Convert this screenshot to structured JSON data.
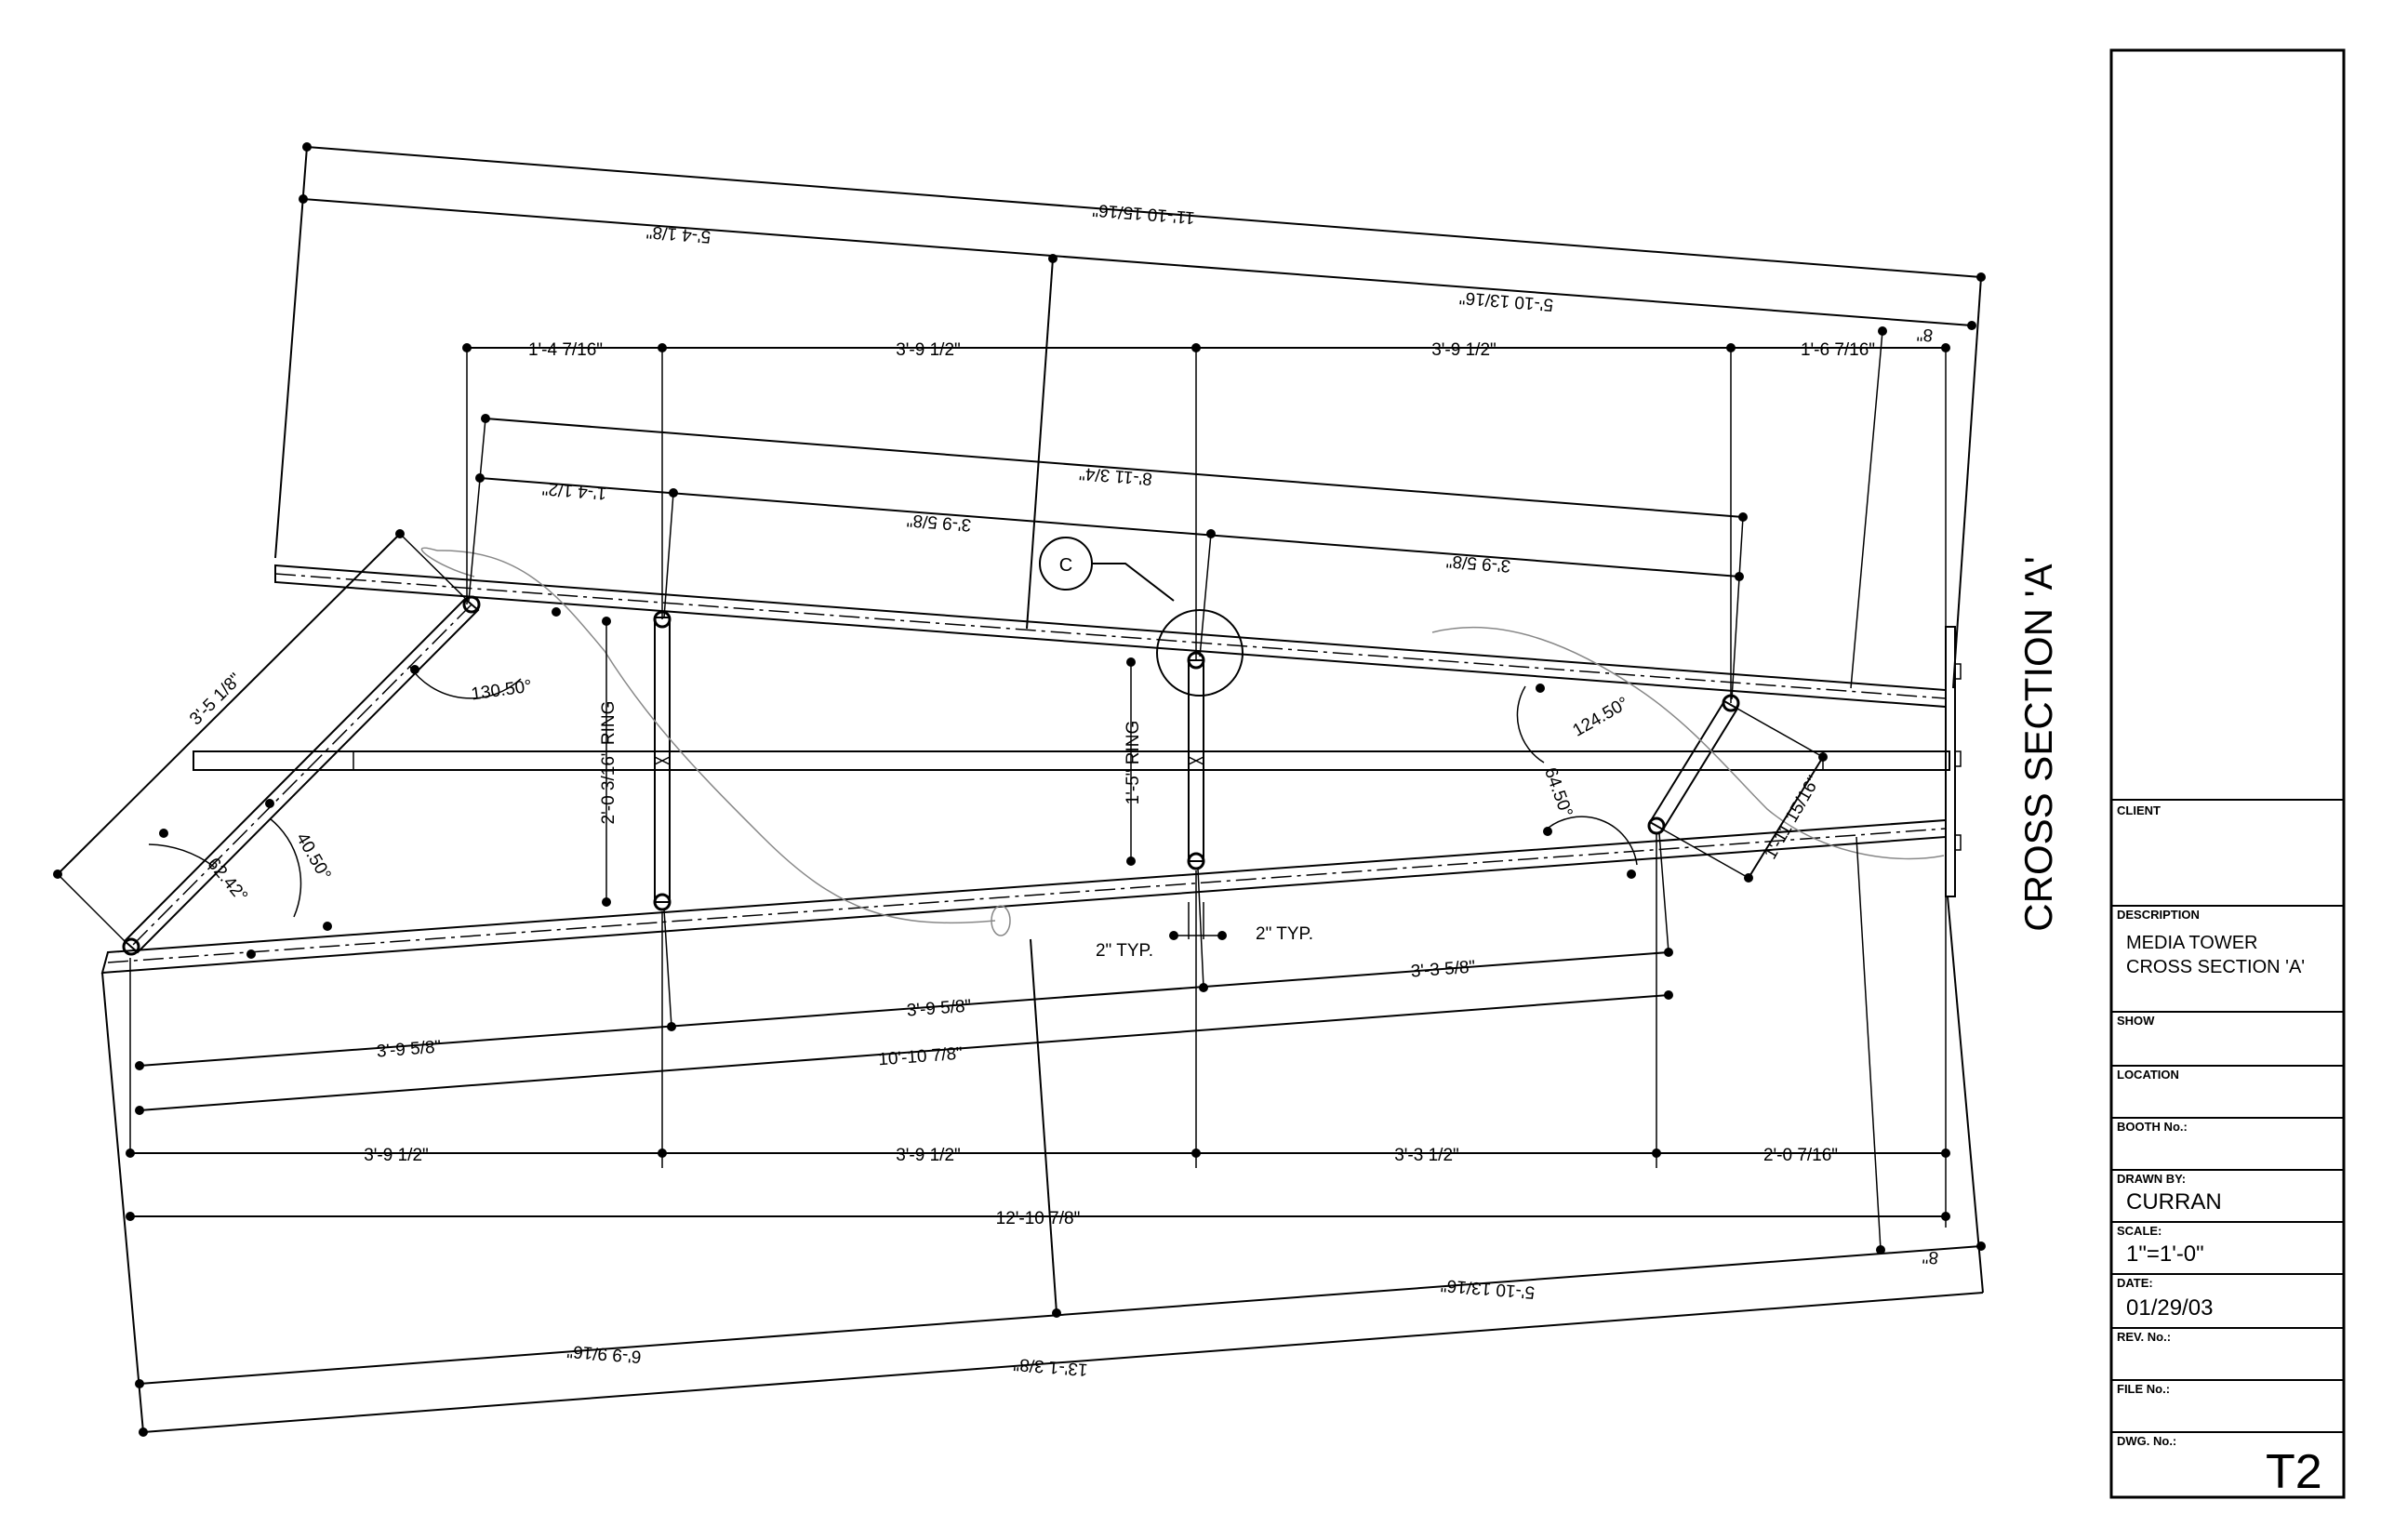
{
  "drawing": {
    "section_title": "CROSS SECTION 'A'",
    "callout_letter": "C",
    "top_dimensions": [
      "1'-4 7/16\"",
      "3'-9 1/2\"",
      "3'-9 1/2\"",
      "1'-6 7/16\""
    ],
    "bottom_dimensions": [
      "3'-9 1/2\"",
      "3'-9 1/2\"",
      "3'-3 1/2\"",
      "2'-0 7/16\""
    ],
    "overall_top": "11'-10 15/16\"",
    "upper_left": "5'-4 1/8\"",
    "upper_right": "5'-10 13/16\"",
    "small_offset_top": "8\"",
    "mid_top": "8'-11 3/4\"",
    "mid_left": "1'-4 1/2\"",
    "mid_center": "3'-9 5/8\"",
    "mid_right": "3'-9 5/8\"",
    "diag_left": "3'-5 1/8\"",
    "angle_top_left": "130.50°",
    "angle_lower_left_a": "40.50°",
    "angle_lower_left_b": "62.42°",
    "angle_right_a": "124.50°",
    "angle_right_b": "64.50°",
    "right_strut": "1'-11 15/16\"",
    "ring_left": "2'-0 3/16\" RING",
    "ring_center": "1'-5\" RING",
    "typ_left": "2\" TYP.",
    "typ_right": "2\" TYP.",
    "lower_right_mid": "3'-3 5/8\"",
    "lower_mid": "3'-9 5/8\"",
    "lower_left": "3'-9 5/8\"",
    "lower_overall_mid": "10'-10 7/8\"",
    "overall_bottom": "12'-10 7/8\"",
    "bottom_small_offset": "8\"",
    "bottom_right": "5'-10 13/16\"",
    "bottom_left": "6'-9 9/16\"",
    "bottom_overall": "13'-1 3/8\""
  },
  "title_block": {
    "client_label": "CLIENT",
    "description_label": "DESCRIPTION",
    "description_line1": "MEDIA TOWER",
    "description_line2": "CROSS SECTION 'A'",
    "show_label": "SHOW",
    "location_label": "LOCATION",
    "booth_label": "BOOTH No.:",
    "drawn_by_label": "DRAWN BY:",
    "drawn_by_value": "CURRAN",
    "scale_label": "SCALE:",
    "scale_value": "1\"=1'-0\"",
    "date_label": "DATE:",
    "date_value": "01/29/03",
    "rev_label": "REV. No.:",
    "file_label": "FILE No.:",
    "dwg_label": "DWG. No.:",
    "dwg_value": "T2"
  }
}
